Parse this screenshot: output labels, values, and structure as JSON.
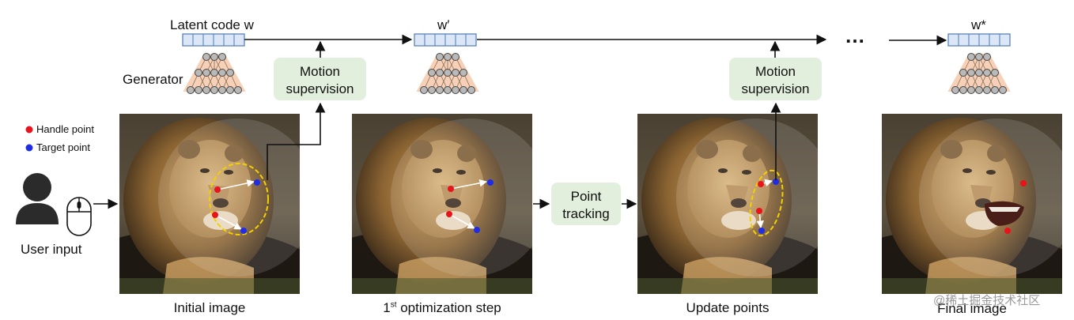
{
  "labels": {
    "latent_code": "Latent code w",
    "w_prime": "w′",
    "w_star": "w*",
    "generator": "Generator",
    "ellipsis": "…",
    "motion_supervision_1": "Motion\nsupervision",
    "motion_supervision_2": "Motion\nsupervision",
    "point_tracking": "Point\ntracking",
    "user_input": "User input"
  },
  "legend": {
    "handle": "Handle point",
    "target": "Target point",
    "handle_color": "#e8131b",
    "target_color": "#1f2ee6"
  },
  "captions": {
    "initial_image": "Initial image",
    "optimization_prefix": "1",
    "optimization_sup": "st",
    "optimization_suffix": " optimization step",
    "update_points": "Update points",
    "final_image": "Final image"
  },
  "watermark": "@稀土掘金技术社区",
  "colors": {
    "box_fill": "#e2efdc",
    "latent_fill": "#dbe7f6",
    "latent_stroke": "#4f7ab8",
    "network_bg": "#f6d1b8",
    "node_fill": "#b9b9b9",
    "ellipse": "#f2d000",
    "arrow": "#111111"
  }
}
